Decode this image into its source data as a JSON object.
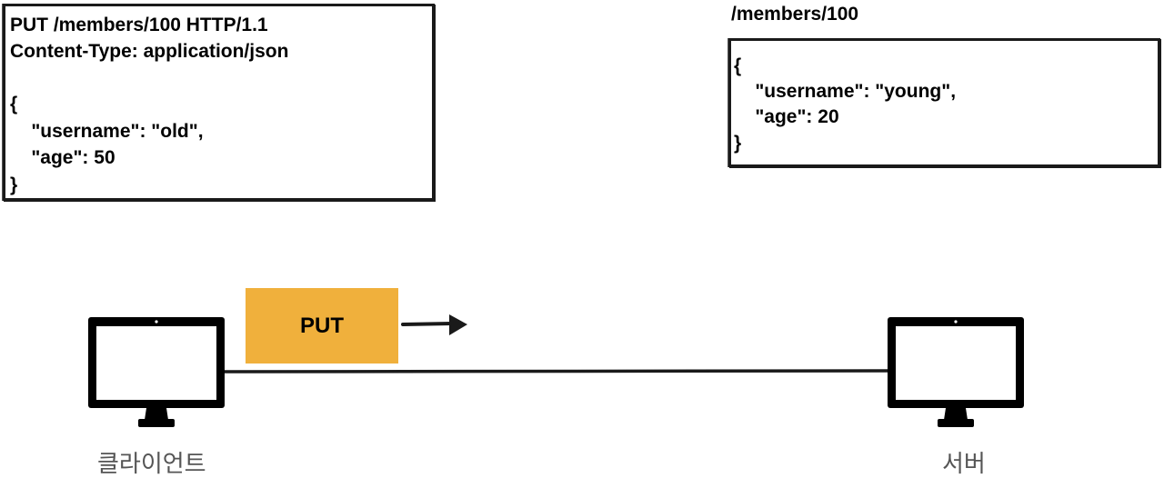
{
  "request": {
    "lines": [
      "PUT /members/100 HTTP/1.1",
      "Content-Type: application/json",
      "",
      "{",
      "    \"username\": \"old\",",
      "    \"age\": 50",
      "}"
    ]
  },
  "resource": {
    "path": "/members/100",
    "lines": [
      "{",
      "    \"username\": \"young\",",
      "    \"age\": 20",
      "}"
    ]
  },
  "method_label": "PUT",
  "client": {
    "label": "클라이언트",
    "icon": "monitor-icon"
  },
  "server": {
    "label": "서버",
    "icon": "monitor-icon"
  },
  "colors": {
    "method_box": "#f0b03c",
    "caption": "#555555",
    "ink": "#1a1a1a"
  }
}
